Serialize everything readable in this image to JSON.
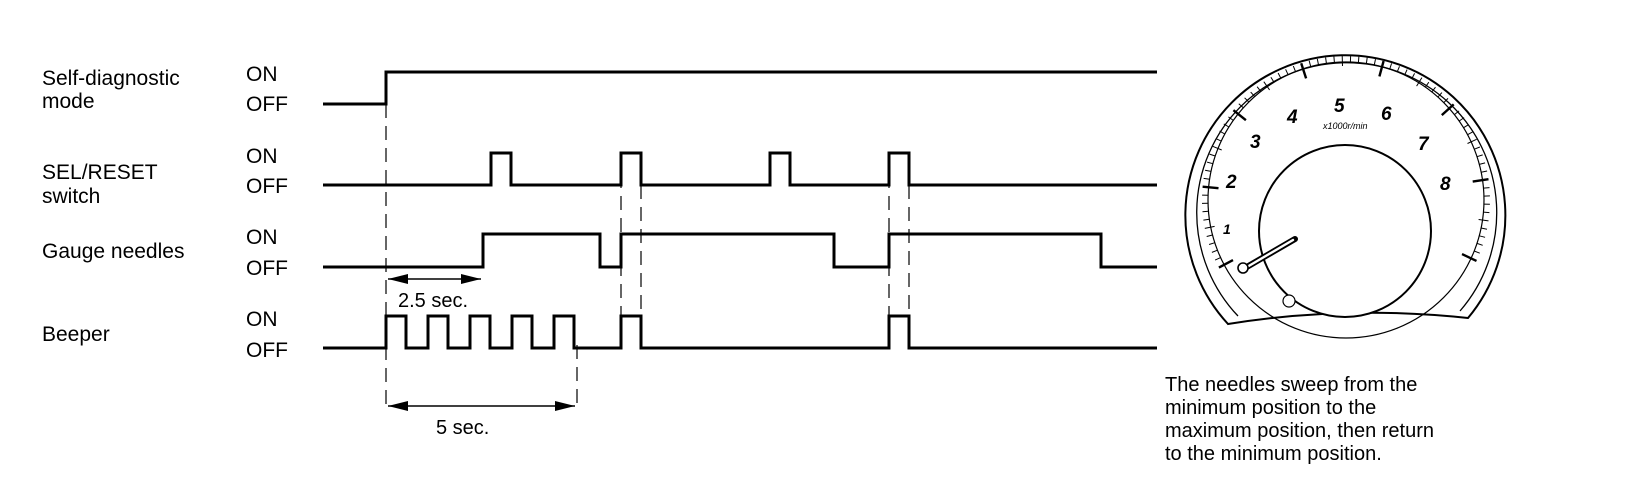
{
  "signals": [
    {
      "label_lines": [
        "Self-diagnostic",
        "mode"
      ],
      "on_label": "ON",
      "off_label": "OFF"
    },
    {
      "label_lines": [
        "SEL/RESET",
        "switch"
      ],
      "on_label": "ON",
      "off_label": "OFF"
    },
    {
      "label_lines": [
        "Gauge needles"
      ],
      "on_label": "ON",
      "off_label": "OFF"
    },
    {
      "label_lines": [
        "Beeper"
      ],
      "on_label": "ON",
      "off_label": "OFF"
    }
  ],
  "dimensions": {
    "needle_delay": "2.5 sec.",
    "beeper_duration": "5 sec."
  },
  "gauge": {
    "scale_numbers": [
      "1",
      "2",
      "3",
      "4",
      "5",
      "6",
      "7",
      "8"
    ],
    "unit": "x1000r/min"
  },
  "caption_lines": [
    "The needles sweep from the",
    "minimum position to the",
    "maximum position, then return",
    "to the minimum position."
  ]
}
